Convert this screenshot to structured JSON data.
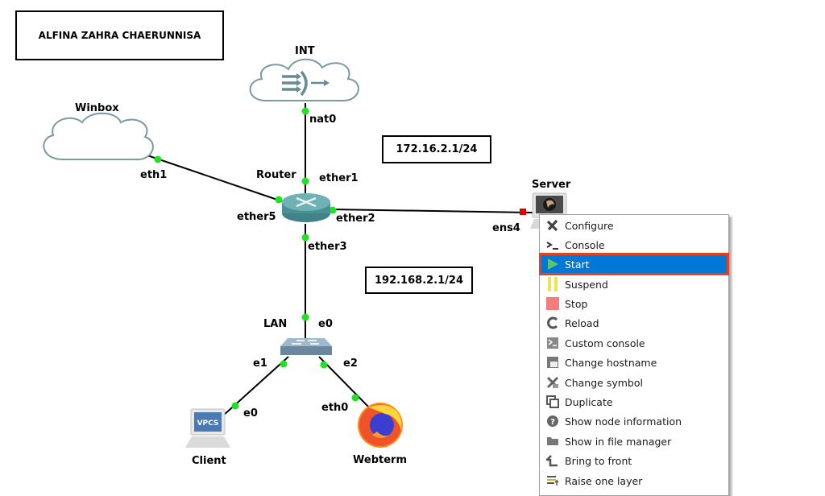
{
  "title_note": "ALFINA ZAHRA CHAERUNNISA",
  "notes": {
    "wan_subnet": "172.16.2.1/24",
    "lan_subnet": "192.168.2.1/24"
  },
  "nodes": {
    "int": {
      "name": "INT",
      "icon": "nat-cloud-icon"
    },
    "winbox": {
      "name": "Winbox",
      "icon": "cloud-icon"
    },
    "router": {
      "name": "Router",
      "icon": "router-icon"
    },
    "server": {
      "name": "Server",
      "icon": "qemu-server-icon"
    },
    "lan": {
      "name": "LAN",
      "icon": "ethernet-switch-icon"
    },
    "client": {
      "name": "Client",
      "icon": "vpcs-icon",
      "screen_text": "VPCS"
    },
    "webterm": {
      "name": "Webterm",
      "icon": "firefox-icon"
    }
  },
  "ports": {
    "int_nat0": "nat0",
    "winbox_eth1": "eth1",
    "router_ether1": "ether1",
    "router_ether2": "ether2",
    "router_ether3": "ether3",
    "router_ether5": "ether5",
    "server_ens4": "ens4",
    "lan_e0": "e0",
    "lan_e1": "e1",
    "lan_e2": "e2",
    "client_e0": "e0",
    "webterm_eth0": "eth0"
  },
  "link_status_colors": {
    "up": "#22e022",
    "down": "#e00000"
  },
  "context_menu": {
    "selected_index": 2,
    "items": [
      {
        "label": "Configure",
        "icon": "wrench-screwdriver-icon"
      },
      {
        "label": "Console",
        "icon": "terminal-prompt-icon"
      },
      {
        "label": "Start",
        "icon": "play-icon"
      },
      {
        "label": "Suspend",
        "icon": "pause-icon"
      },
      {
        "label": "Stop",
        "icon": "stop-icon"
      },
      {
        "label": "Reload",
        "icon": "reload-icon"
      },
      {
        "label": "Custom console",
        "icon": "custom-console-icon"
      },
      {
        "label": "Change hostname",
        "icon": "hostname-icon"
      },
      {
        "label": "Change symbol",
        "icon": "symbol-icon"
      },
      {
        "label": "Duplicate",
        "icon": "duplicate-icon"
      },
      {
        "label": "Show node information",
        "icon": "info-icon"
      },
      {
        "label": "Show in file manager",
        "icon": "folder-icon"
      },
      {
        "label": "Bring to front",
        "icon": "bring-front-icon"
      },
      {
        "label": "Raise one layer",
        "icon": "raise-layer-icon"
      }
    ]
  }
}
